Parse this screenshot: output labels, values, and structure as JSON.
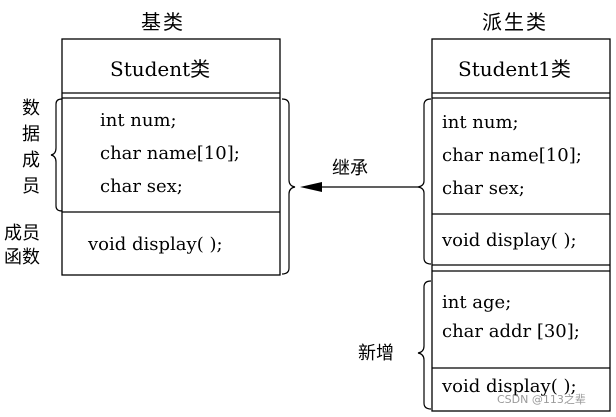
{
  "base": {
    "heading": "基类",
    "class_name": "Student类",
    "data_members": [
      "int num;",
      "char name[10];",
      "char sex;"
    ],
    "member_functions": [
      "void display( );"
    ],
    "label_data_members": [
      "数",
      "据",
      "成",
      "员"
    ],
    "label_member_functions": [
      "成员",
      "函数"
    ]
  },
  "derived": {
    "heading": "派生类",
    "class_name": "Student1类",
    "data_members": [
      "int num;",
      "char name[10];",
      "char sex;"
    ],
    "member_functions": [
      "void display( );"
    ],
    "added_members": [
      "int age;",
      "char addr [30];"
    ],
    "added_functions": [
      "void display( );"
    ],
    "label_added": "新增"
  },
  "arrow_label": "继承",
  "watermark": "CSDN @113之辈"
}
